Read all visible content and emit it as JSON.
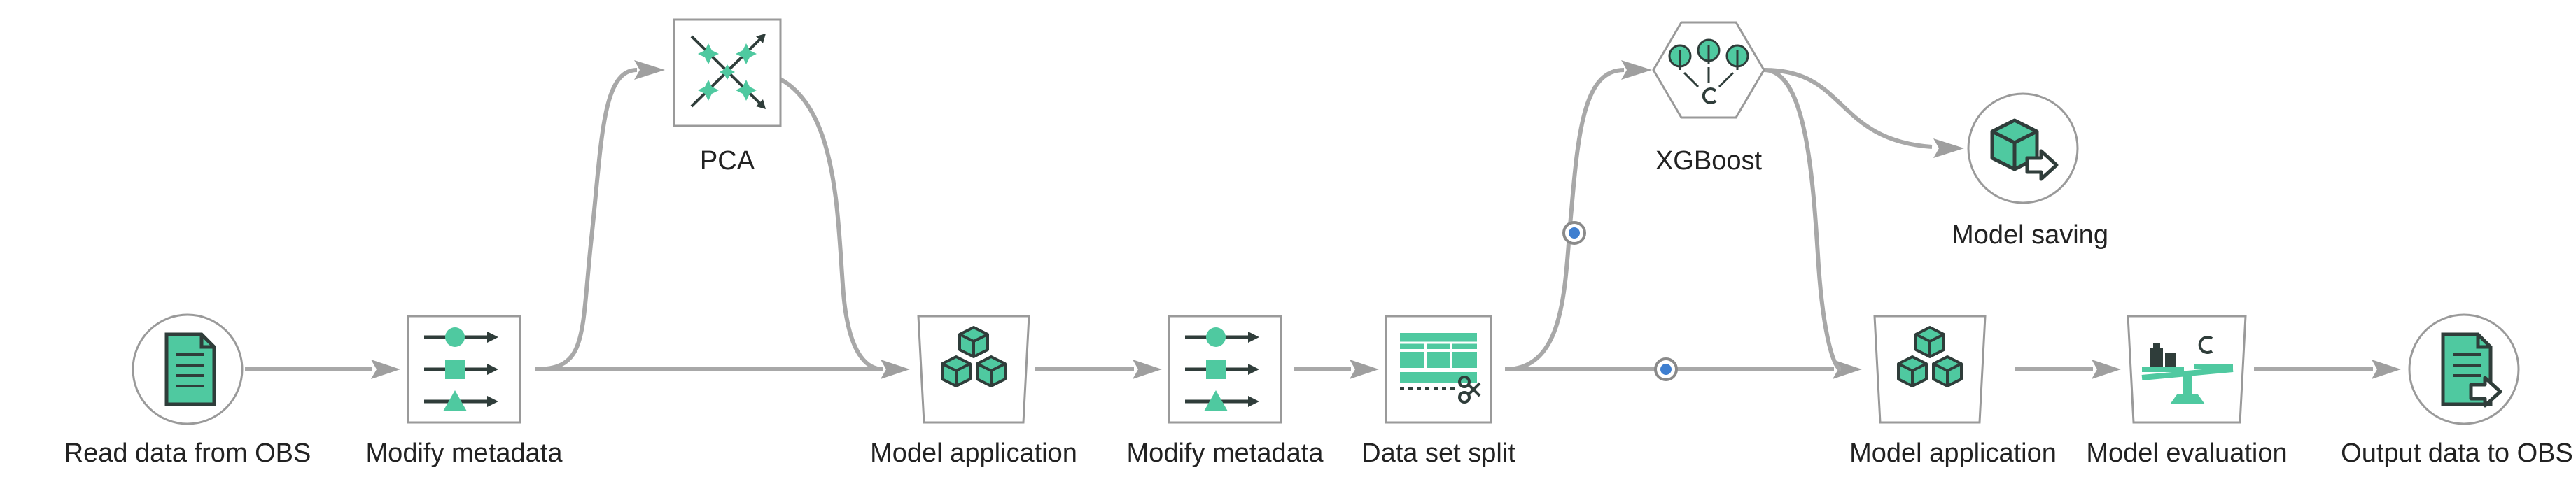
{
  "nodes": [
    {
      "id": "read_obs",
      "label": "Read data from OBS",
      "icon": "document-icon"
    },
    {
      "id": "modify1",
      "label": "Modify metadata",
      "icon": "metadata-icon"
    },
    {
      "id": "pca",
      "label": "PCA",
      "icon": "pca-icon"
    },
    {
      "id": "model_app1",
      "label": "Model application",
      "icon": "cubes-icon"
    },
    {
      "id": "modify2",
      "label": "Modify metadata",
      "icon": "metadata-icon"
    },
    {
      "id": "split",
      "label": "Data set split",
      "icon": "split-table-icon"
    },
    {
      "id": "xgboost",
      "label": "XGBoost",
      "icon": "xgboost-icon"
    },
    {
      "id": "save",
      "label": "Model saving",
      "icon": "model-save-icon"
    },
    {
      "id": "model_app2",
      "label": "Model application",
      "icon": "cubes-icon"
    },
    {
      "id": "evaluation",
      "label": "Model evaluation",
      "icon": "scale-icon"
    },
    {
      "id": "output_obs",
      "label": "Output data to OBS",
      "icon": "document-export-icon"
    }
  ],
  "edges": [
    {
      "from": "read_obs",
      "to": "modify1"
    },
    {
      "from": "modify1",
      "to": "pca"
    },
    {
      "from": "modify1",
      "to": "model_app1"
    },
    {
      "from": "pca",
      "to": "model_app1"
    },
    {
      "from": "model_app1",
      "to": "modify2"
    },
    {
      "from": "modify2",
      "to": "split"
    },
    {
      "from": "split",
      "to": "xgboost"
    },
    {
      "from": "split",
      "to": "model_app2"
    },
    {
      "from": "xgboost",
      "to": "save"
    },
    {
      "from": "xgboost",
      "to": "model_app2"
    },
    {
      "from": "model_app2",
      "to": "evaluation"
    },
    {
      "from": "evaluation",
      "to": "output_obs"
    }
  ],
  "colors": {
    "accent": "#4fc9a0",
    "icon_dark": "#2f3d3a",
    "edge": "#a8a8a8",
    "port": "#3f7fd0"
  }
}
